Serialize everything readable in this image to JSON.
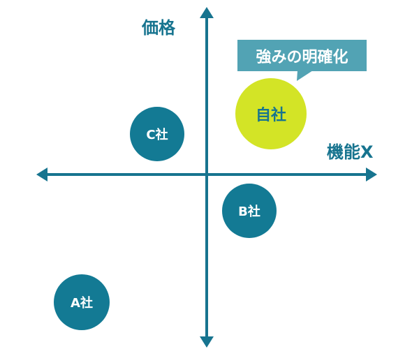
{
  "axes": {
    "y_label": "価格",
    "x_label": "機能X"
  },
  "callout": {
    "text": "強みの明確化"
  },
  "companies": [
    {
      "name": "自社"
    },
    {
      "name": "C社"
    },
    {
      "name": "B社"
    },
    {
      "name": "A社"
    }
  ],
  "colors": {
    "axis": "#17748f",
    "competitor": "#137a94",
    "own": "#d3e426",
    "callout": "#52a3b4"
  }
}
